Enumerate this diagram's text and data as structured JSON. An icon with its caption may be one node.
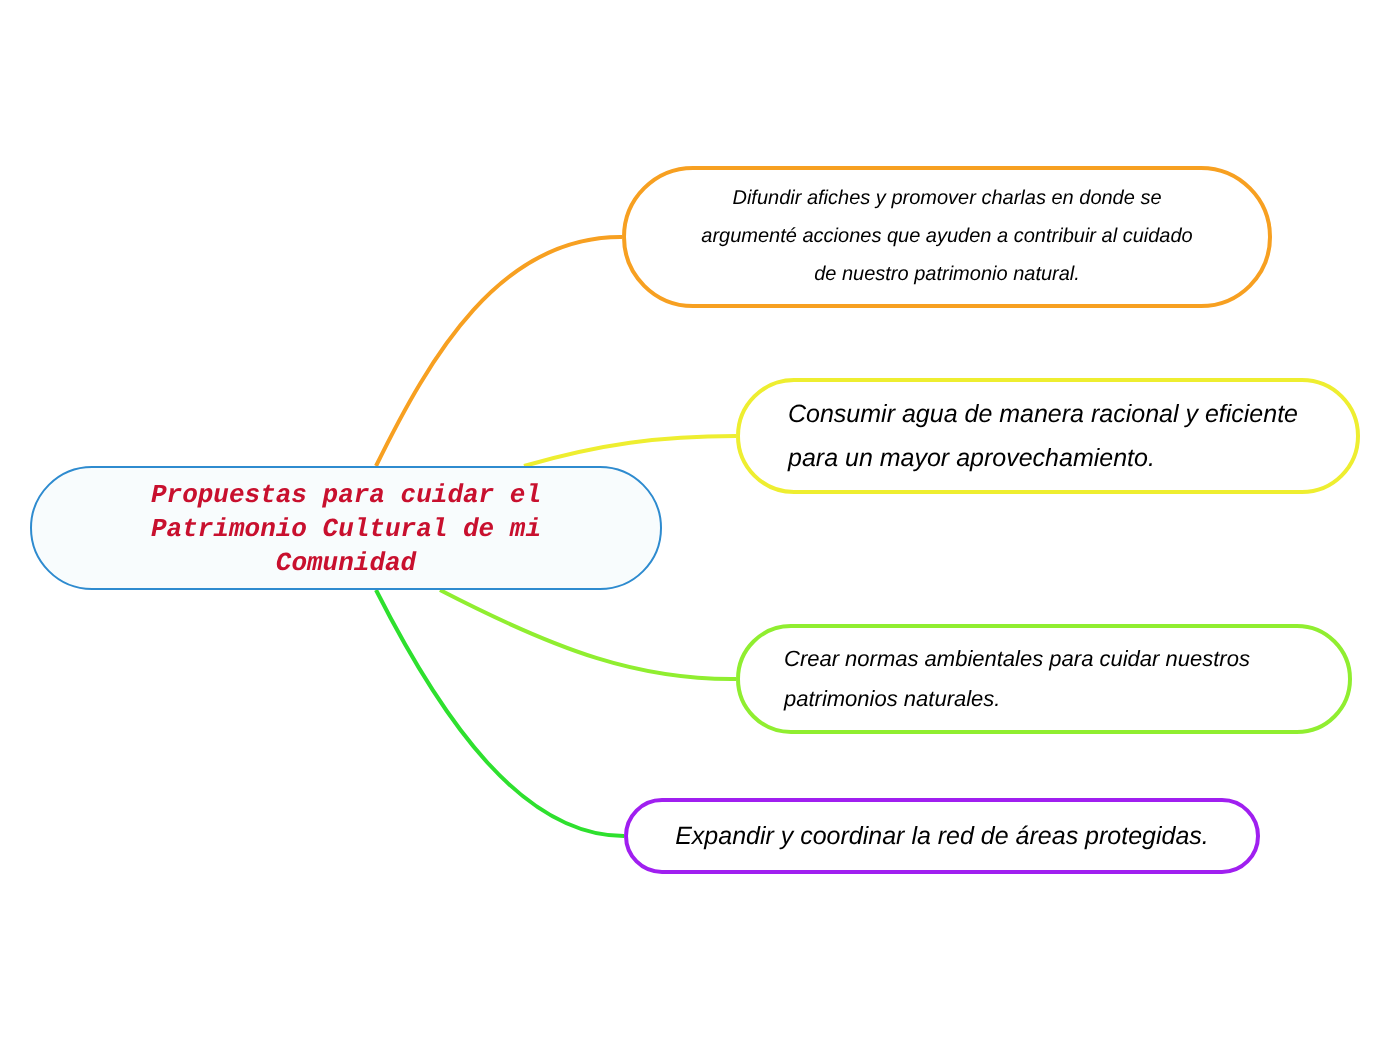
{
  "diagram": {
    "nodes": [
      {
        "text": [
          "Propuestas para cuidar el Patrimonio Cultural de mi Comunidad"
        ]
      },
      {
        "text": [
          "Difundir afiches y promover charlas en donde se argumenté acciones que ayuden a contribuir al cuidado de nuestro patrimonio natural."
        ]
      },
      {
        "text": [
          "Consumir agua de manera racional y eficiente para un mayor aprovechamiento."
        ]
      },
      {
        "text": [
          "Crear normas ambientales para cuidar nuestros patrimonios naturales."
        ]
      },
      {
        "text": [
          "Expandir y coordinar la red de áreas protegidas."
        ]
      }
    ],
    "edges": [
      {
        "from": 0,
        "to": 1,
        "arrow": "none",
        "color": "#f7a021"
      },
      {
        "from": 0,
        "to": 2,
        "arrow": "none",
        "color": "#eeee30"
      },
      {
        "from": 0,
        "to": 3,
        "arrow": "none",
        "color": "#90ee30"
      },
      {
        "from": 0,
        "to": 4,
        "arrow": "none",
        "color": "#2ee02e"
      }
    ]
  }
}
